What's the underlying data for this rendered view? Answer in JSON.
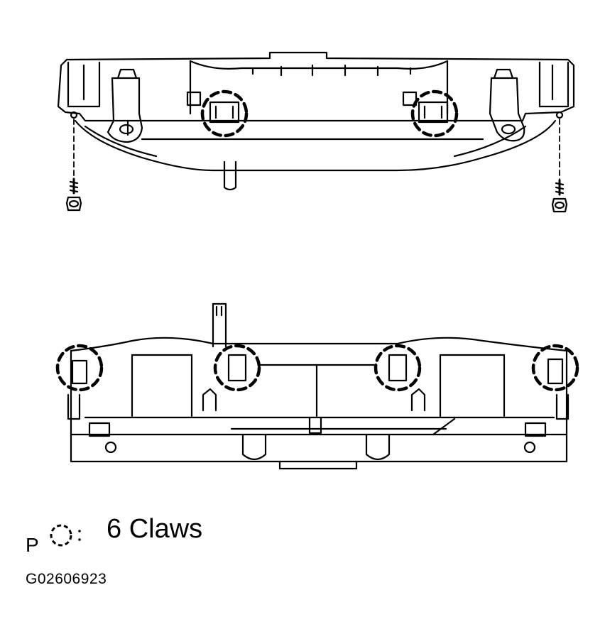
{
  "legend": {
    "prefix": "P",
    "symbol": "claw-marker",
    "text": "6 Claws"
  },
  "figure_id": "G02606923",
  "colors": {
    "line": "#000000",
    "background": "#ffffff"
  },
  "claw_count": 6
}
